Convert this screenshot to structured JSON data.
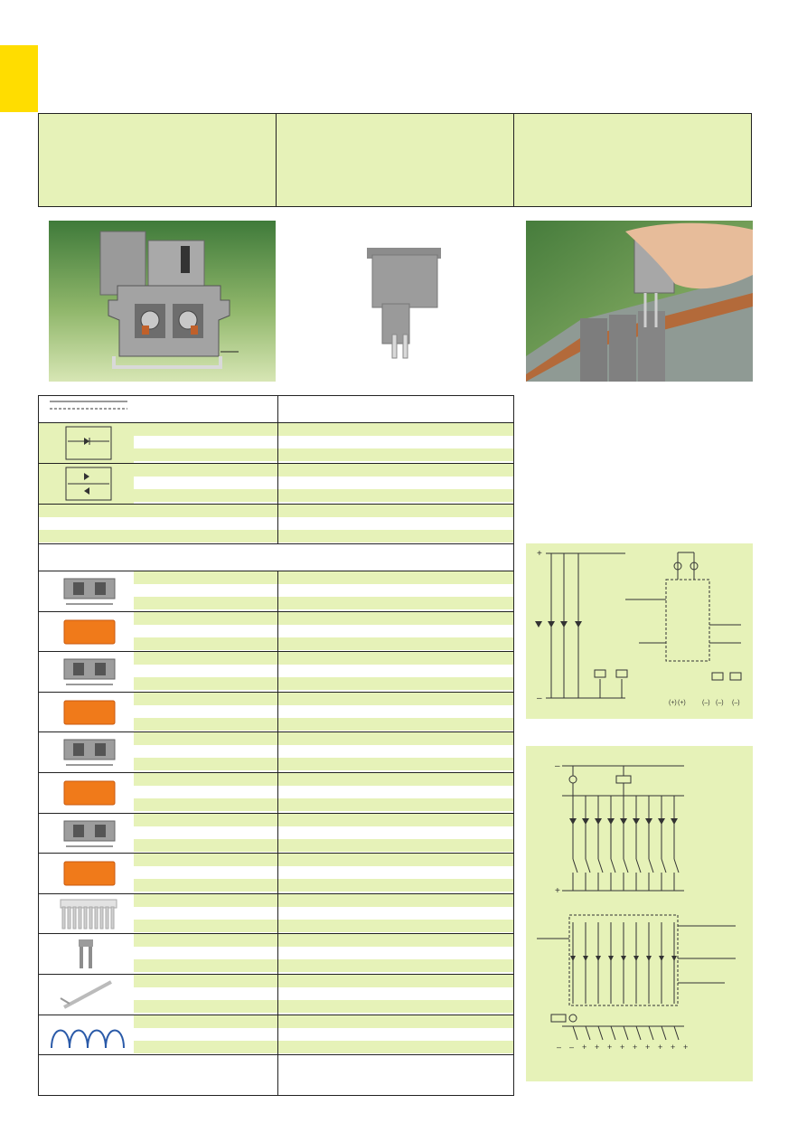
{
  "page": {
    "accent_color": "#ffdd00",
    "table_fill_color": "#e6f2b8",
    "diagram_fill_color": "#e6f2b8"
  },
  "header_table": {
    "columns": [
      "",
      "",
      ""
    ]
  },
  "photos": [
    {
      "name": "terminal-block-with-fuse-photo"
    },
    {
      "name": "component-plug-photo"
    },
    {
      "name": "plug-insertion-photo"
    }
  ],
  "product_rows": [
    {
      "icon": "terminal-block-icon"
    },
    {
      "icon": "orange-end-plate-icon"
    },
    {
      "icon": "terminal-block-icon"
    },
    {
      "icon": "orange-end-plate-icon"
    },
    {
      "icon": "terminal-block-icon"
    },
    {
      "icon": "orange-end-plate-icon"
    },
    {
      "icon": "terminal-block-icon"
    },
    {
      "icon": "orange-end-plate-icon"
    },
    {
      "icon": "comb-jumper-icon"
    },
    {
      "icon": "jumper-icon"
    },
    {
      "icon": "operating-tool-icon"
    },
    {
      "icon": "wire-jumper-icon"
    }
  ],
  "diagram_top": {
    "plus_label": "+",
    "minus_label": "–",
    "bottom_labels": [
      "(+)",
      "(+)",
      "(–)",
      "(–)",
      "(–)"
    ]
  },
  "diagram_bottom": {
    "minus_label": "–",
    "plus_label": "+",
    "bottom_labels": [
      "–",
      "–",
      "+",
      "+",
      "+",
      "+",
      "+",
      "+",
      "+",
      "+",
      "+"
    ]
  }
}
